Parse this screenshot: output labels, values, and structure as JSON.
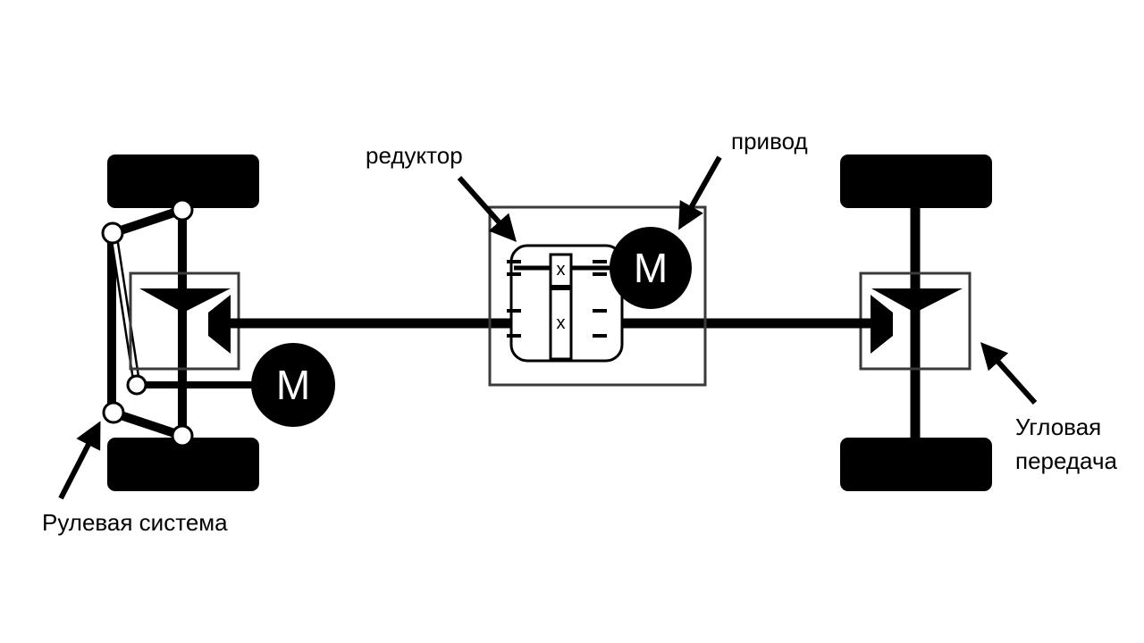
{
  "labels": {
    "reducer": "редуктор",
    "drive": "привод",
    "steering": "Рулевая система",
    "angular_gear_line1": "Угловая",
    "angular_gear_line2": "передача"
  },
  "motor_front": {
    "symbol": "M"
  },
  "motor_center": {
    "symbol": "M"
  },
  "gearbox": {
    "gear_upper": "x",
    "gear_lower": "x"
  },
  "colors": {
    "ink": "#000000",
    "frame": "#3a3a3a",
    "background": "#ffffff"
  }
}
